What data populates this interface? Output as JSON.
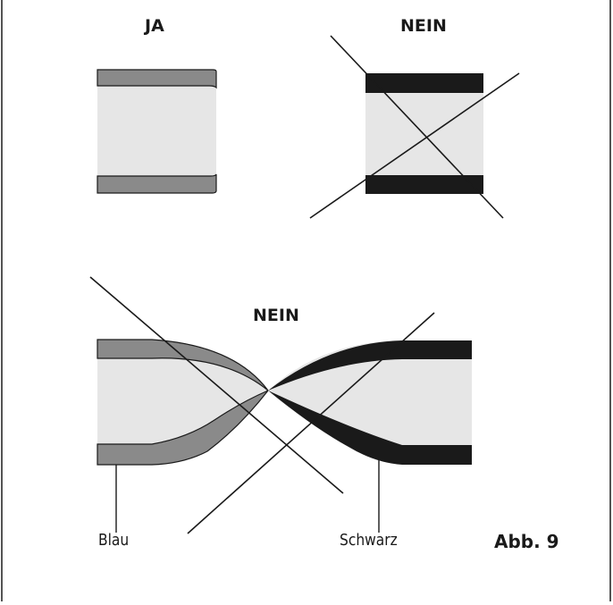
{
  "labels": {
    "ja": "JA",
    "nein_top": "NEIN",
    "nein_bottom": "NEIN",
    "blau": "Blau",
    "schwarz": "Schwarz",
    "figure": "Abb. 9"
  },
  "colors": {
    "insulation_fill": "#e6e6e6",
    "blue_sheath": "#8a8a8a",
    "black_sheath": "#1a1a1a",
    "line": "#1a1a1a"
  },
  "icons": {
    "correct_example": "cable-section-correct-icon",
    "wrong_example": "cable-section-wrong-icon",
    "wrong_twist": "cable-twisted-wrong-icon",
    "cross_out": "cross-out-icon"
  }
}
